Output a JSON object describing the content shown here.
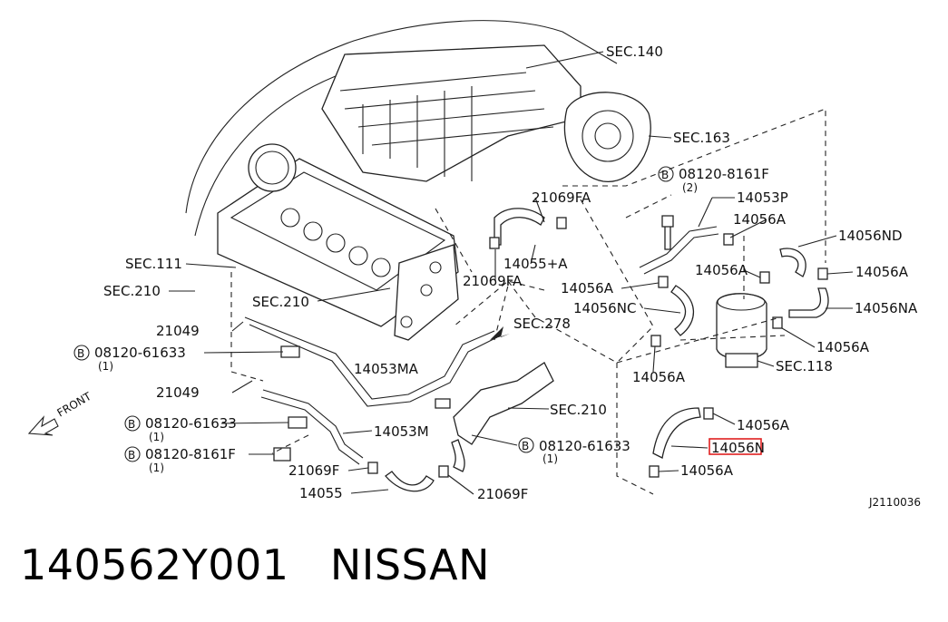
{
  "diagram": {
    "labels": {
      "sec140": "SEC.140",
      "sec163": "SEC.163",
      "bolt_8161f_top": "08120-8161F",
      "qty2": "(2)",
      "p21069fa_top": "21069FA",
      "p14053p": "14053P",
      "p14056a_1": "14056A",
      "p14056nd": "14056ND",
      "p14056a_2": "14056A",
      "p14056a_3": "14056A",
      "sec111": "SEC.111",
      "sec210_left": "SEC.210",
      "sec210_mid": "SEC.210",
      "p14055a": "14055+A",
      "p21069fa_mid": "21069FA",
      "p14056a_4": "14056A",
      "p14056nc": "14056NC",
      "p14056na": "14056NA",
      "p21049_1": "21049",
      "sec278": "SEC.278",
      "p14056a_5": "14056A",
      "bolt_61633_1": "08120-61633",
      "qty1_a": "(1)",
      "p14053ma": "14053MA",
      "p14056a_6": "14056A",
      "sec118": "SEC.118",
      "p21049_2": "21049",
      "sec210_right": "SEC.210",
      "front": "FRONT",
      "bolt_61633_2": "08120-61633",
      "qty1_b": "(1)",
      "p14053m": "14053M",
      "p14056a_7": "14056A",
      "bolt_61633_3": "08120-61633",
      "qty1_c": "(1)",
      "highlight_part": "14056N",
      "bolt_8161f": "08120-8161F",
      "qty1_d": "(1)",
      "p21069f_1": "21069F",
      "p14056a_8": "14056A",
      "p14055": "14055",
      "p21069f_2": "21069F",
      "ref_code": "J2110036",
      "bolt_mark": "B"
    },
    "highlight_color": "#e02020"
  },
  "footer": {
    "part_number": "140562Y001",
    "brand": "NISSAN"
  }
}
